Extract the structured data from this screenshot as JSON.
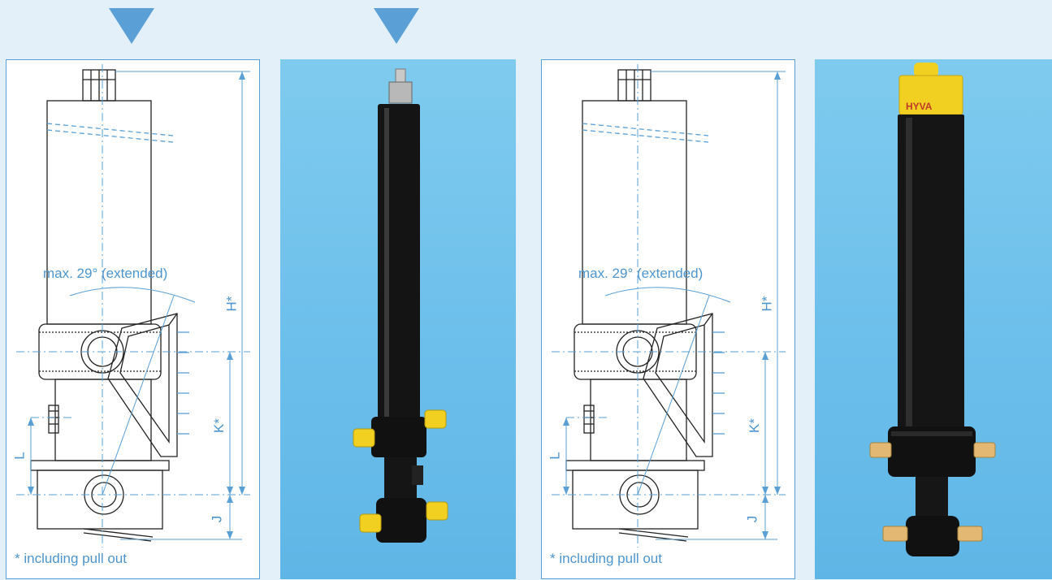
{
  "colors": {
    "background": "#e4f0f9",
    "accent_blue": "#5a9fd6",
    "dimension_blue": "#4e95cf",
    "photo_background": "#6cbfeb",
    "cylinder_black": "#151515",
    "cap_yellow": "#f2d021"
  },
  "drawings": [
    {
      "angle_label": "max. 29° (extended)",
      "label_h": "H*",
      "label_k": "K*",
      "label_l": "L",
      "label_j": "J",
      "footnote": "* including pull out"
    },
    {
      "angle_label": "max. 29° (extended)",
      "label_h": "H*",
      "label_k": "K*",
      "label_l": "L",
      "label_j": "J",
      "footnote": "* including pull out"
    }
  ],
  "photos": [
    {
      "logo_text": ""
    },
    {
      "logo_text": "HYVA"
    }
  ]
}
